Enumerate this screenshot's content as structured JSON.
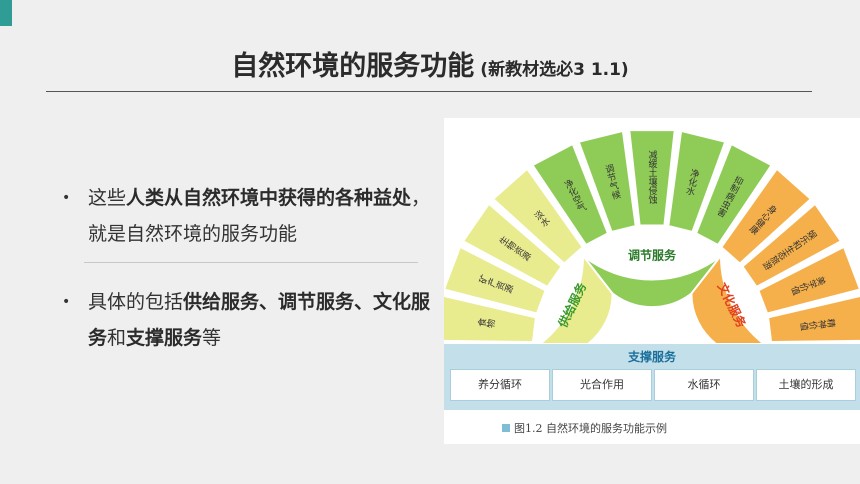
{
  "title": {
    "main": "自然环境的服务功能",
    "sub": "(新教材选必3 1.1)"
  },
  "bullets": [
    {
      "pre": "这些",
      "bold": "人类从自然环境中获得的各种益处",
      "post": "，就是自然环境的服务功能"
    },
    {
      "pre": "具体的包括",
      "bold1": "供给服务、调节服务、文化服务",
      "mid": "和",
      "bold2": "支撑服务",
      "post": "等"
    }
  ],
  "figure": {
    "supply_label": "供给服务",
    "regulate_label": "调节服务",
    "culture_label": "文化服务",
    "support_label": "支撑服务",
    "rays": [
      "食物",
      "矿产资源",
      "生物资源",
      "淡水",
      "净化空气",
      "调节气候",
      "减缓土壤侵蚀",
      "净化水",
      "抑制病虫害",
      "身心健康",
      "娱乐和生态旅游",
      "美学价值",
      "精神价值"
    ],
    "support_items": [
      "养分循环",
      "光合作用",
      "水循环",
      "土壤的形成"
    ],
    "caption": "图1.2 自然环境的服务功能示例",
    "colors": {
      "yellow": "#e9eb8f",
      "green": "#8fcc57",
      "orange": "#f6b04b",
      "support": "#c3dfe9"
    }
  }
}
